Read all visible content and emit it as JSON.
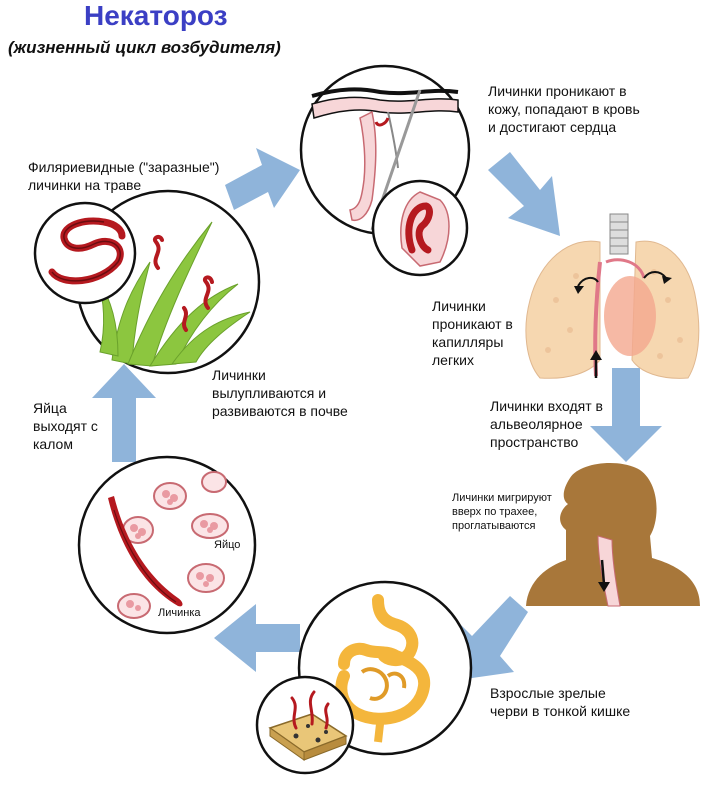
{
  "header": {
    "title": "Некатороз",
    "subtitle": "(жизненный цикл возбудителя)"
  },
  "labels": {
    "skin": "Личинки проникают в\nкожу, попадают в кровь\nи достигают сердца",
    "filariform": "Филяриевидные (\"заразные\")\nличинки на траве",
    "capillaries": "Личинки\nпроникают в\nкапилляры\nлегких",
    "alveolar": "Личинки входят в\nальвеолярное\nпространство",
    "hatch": "Личинки\nвылупливаются и\nразвиваются в почве",
    "eggs_exit": "Яйца\nвыходят с\nкалом",
    "trachea": "Личинки мигрируют\nвверх по трахее,\nпроглатываются",
    "egg": "Яйцо",
    "larva": "Личинка",
    "adults": "Взрослые зрелые\nчерви в тонкой кишке"
  },
  "colors": {
    "arrow": "#8fb4da",
    "title": "#3b3fc4",
    "worm": "#b5191f",
    "grass": "#8cc63f",
    "lung": "#f6d7b0",
    "body": "#a8773a",
    "intestine": "#f4b63c"
  }
}
